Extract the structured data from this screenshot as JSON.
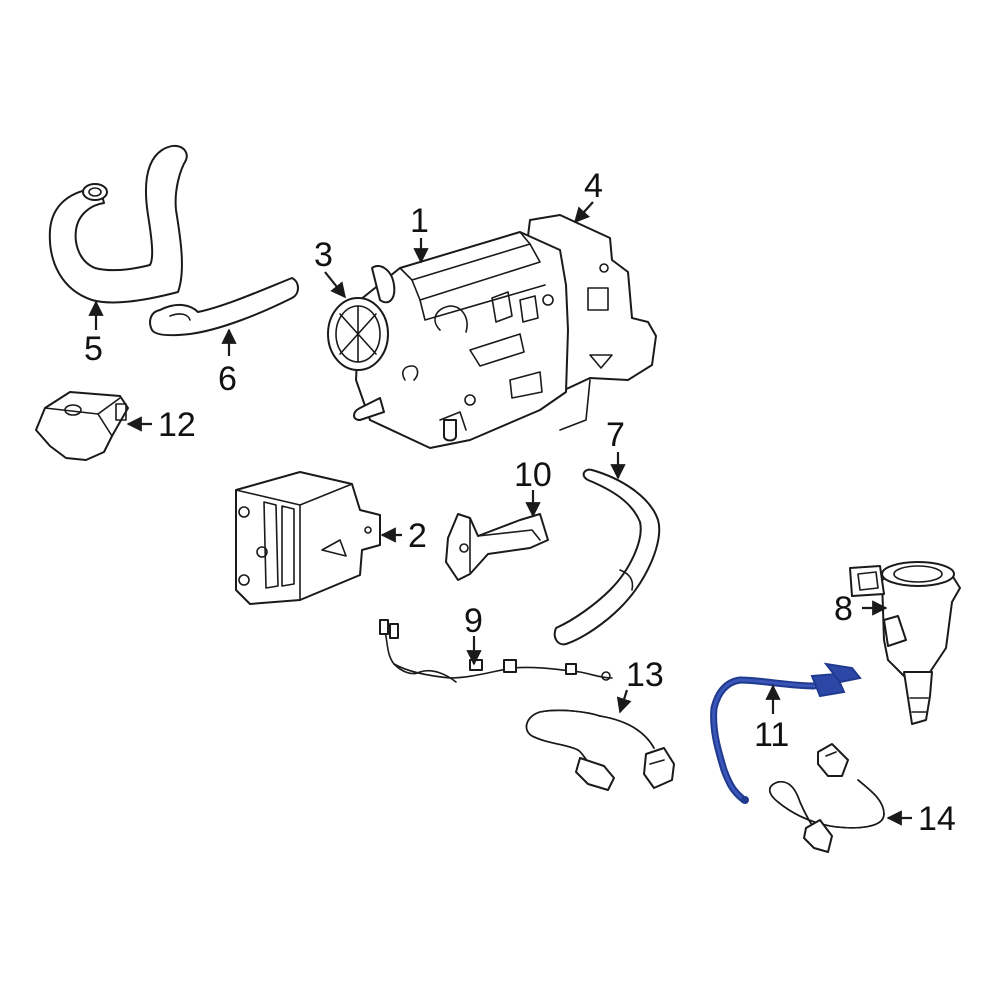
{
  "diagram": {
    "callouts": {
      "c1": "1",
      "c2": "2",
      "c3": "3",
      "c4": "4",
      "c5": "5",
      "c6": "6",
      "c7": "7",
      "c8": "8",
      "c9": "9",
      "c10": "10",
      "c11": "11",
      "c12": "12",
      "c13": "13",
      "c14": "14"
    },
    "colors": {
      "line": "#1a1a1a",
      "highlight": "#1f3a8f",
      "background": "#ffffff"
    },
    "highlighted_part": "11"
  }
}
